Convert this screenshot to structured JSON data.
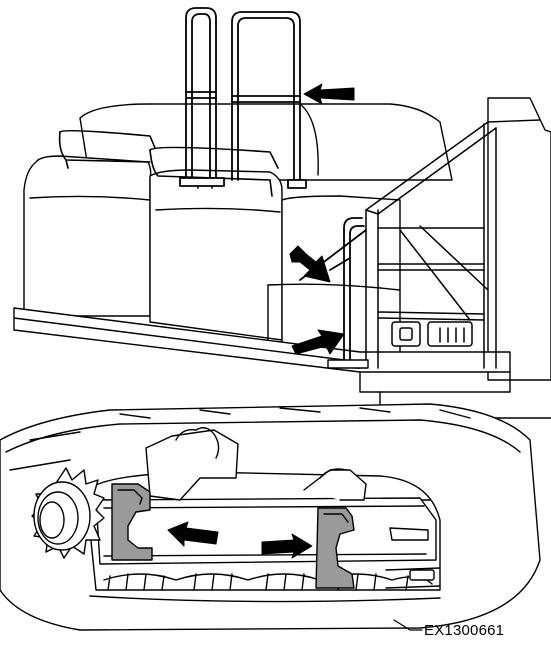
{
  "figure": {
    "reference_code": "EX1300661",
    "description_items": [
      "upper-handrail",
      "side-handrail",
      "step-plate",
      "track-frame-step"
    ],
    "colors": {
      "line": "#000000",
      "fill": "#ffffff",
      "step_gray": "#9a9a9a",
      "arrow": "#000000"
    },
    "callout_arrows": [
      {
        "target": "upper-handrail",
        "direction": "left"
      },
      {
        "target": "side-handrail",
        "direction": "down-right"
      },
      {
        "target": "step-plate",
        "direction": "up-right"
      },
      {
        "target": "left-track-step",
        "direction": "left"
      },
      {
        "target": "right-track-step",
        "direction": "right"
      }
    ]
  }
}
